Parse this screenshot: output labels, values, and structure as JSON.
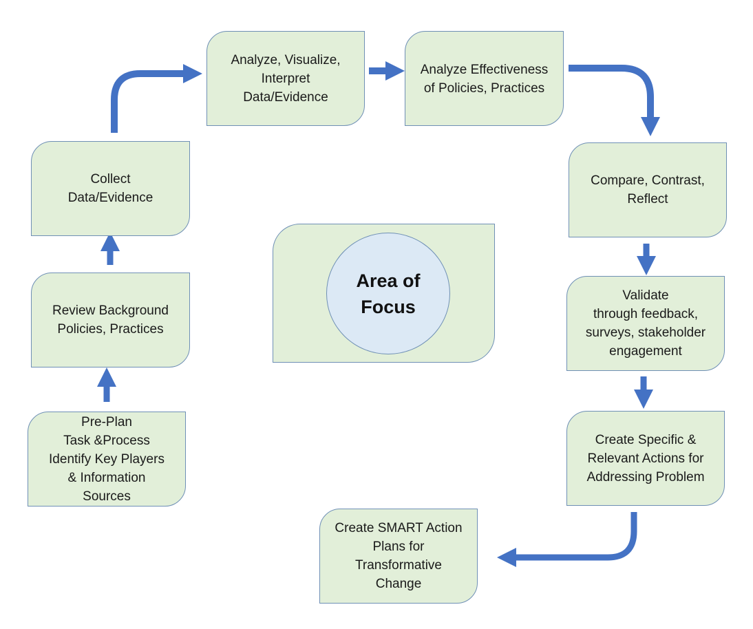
{
  "diagram": {
    "center": {
      "lines": [
        "Area of",
        "Focus"
      ]
    },
    "steps": {
      "preplan": {
        "lines": [
          "Pre-Plan",
          "Task &Process",
          "Identify Key Players",
          "& Information",
          "Sources"
        ]
      },
      "review": {
        "lines": [
          "Review Background",
          "Policies, Practices"
        ]
      },
      "collect": {
        "lines": [
          "Collect",
          "Data/Evidence"
        ]
      },
      "analyze": {
        "lines": [
          "Analyze, Visualize,",
          "Interpret",
          "Data/Evidence"
        ]
      },
      "effectiveness": {
        "lines": [
          "Analyze Effectiveness",
          "of Policies, Practices"
        ]
      },
      "compare": {
        "lines": [
          "Compare, Contrast,",
          "Reflect"
        ]
      },
      "validate": {
        "lines": [
          "Validate",
          "through feedback,",
          "surveys, stakeholder",
          "engagement"
        ]
      },
      "specific": {
        "lines": [
          "Create Specific &",
          "Relevant Actions for",
          "Addressing Problem"
        ]
      },
      "smart": {
        "lines": [
          "Create SMART Action",
          "Plans for",
          "Transformative",
          "Change"
        ]
      }
    },
    "colors": {
      "box_fill": "#e2efd9",
      "box_border": "#6e8fb5",
      "arrow": "#4472c4",
      "center_fill": "#dce9f5"
    }
  }
}
